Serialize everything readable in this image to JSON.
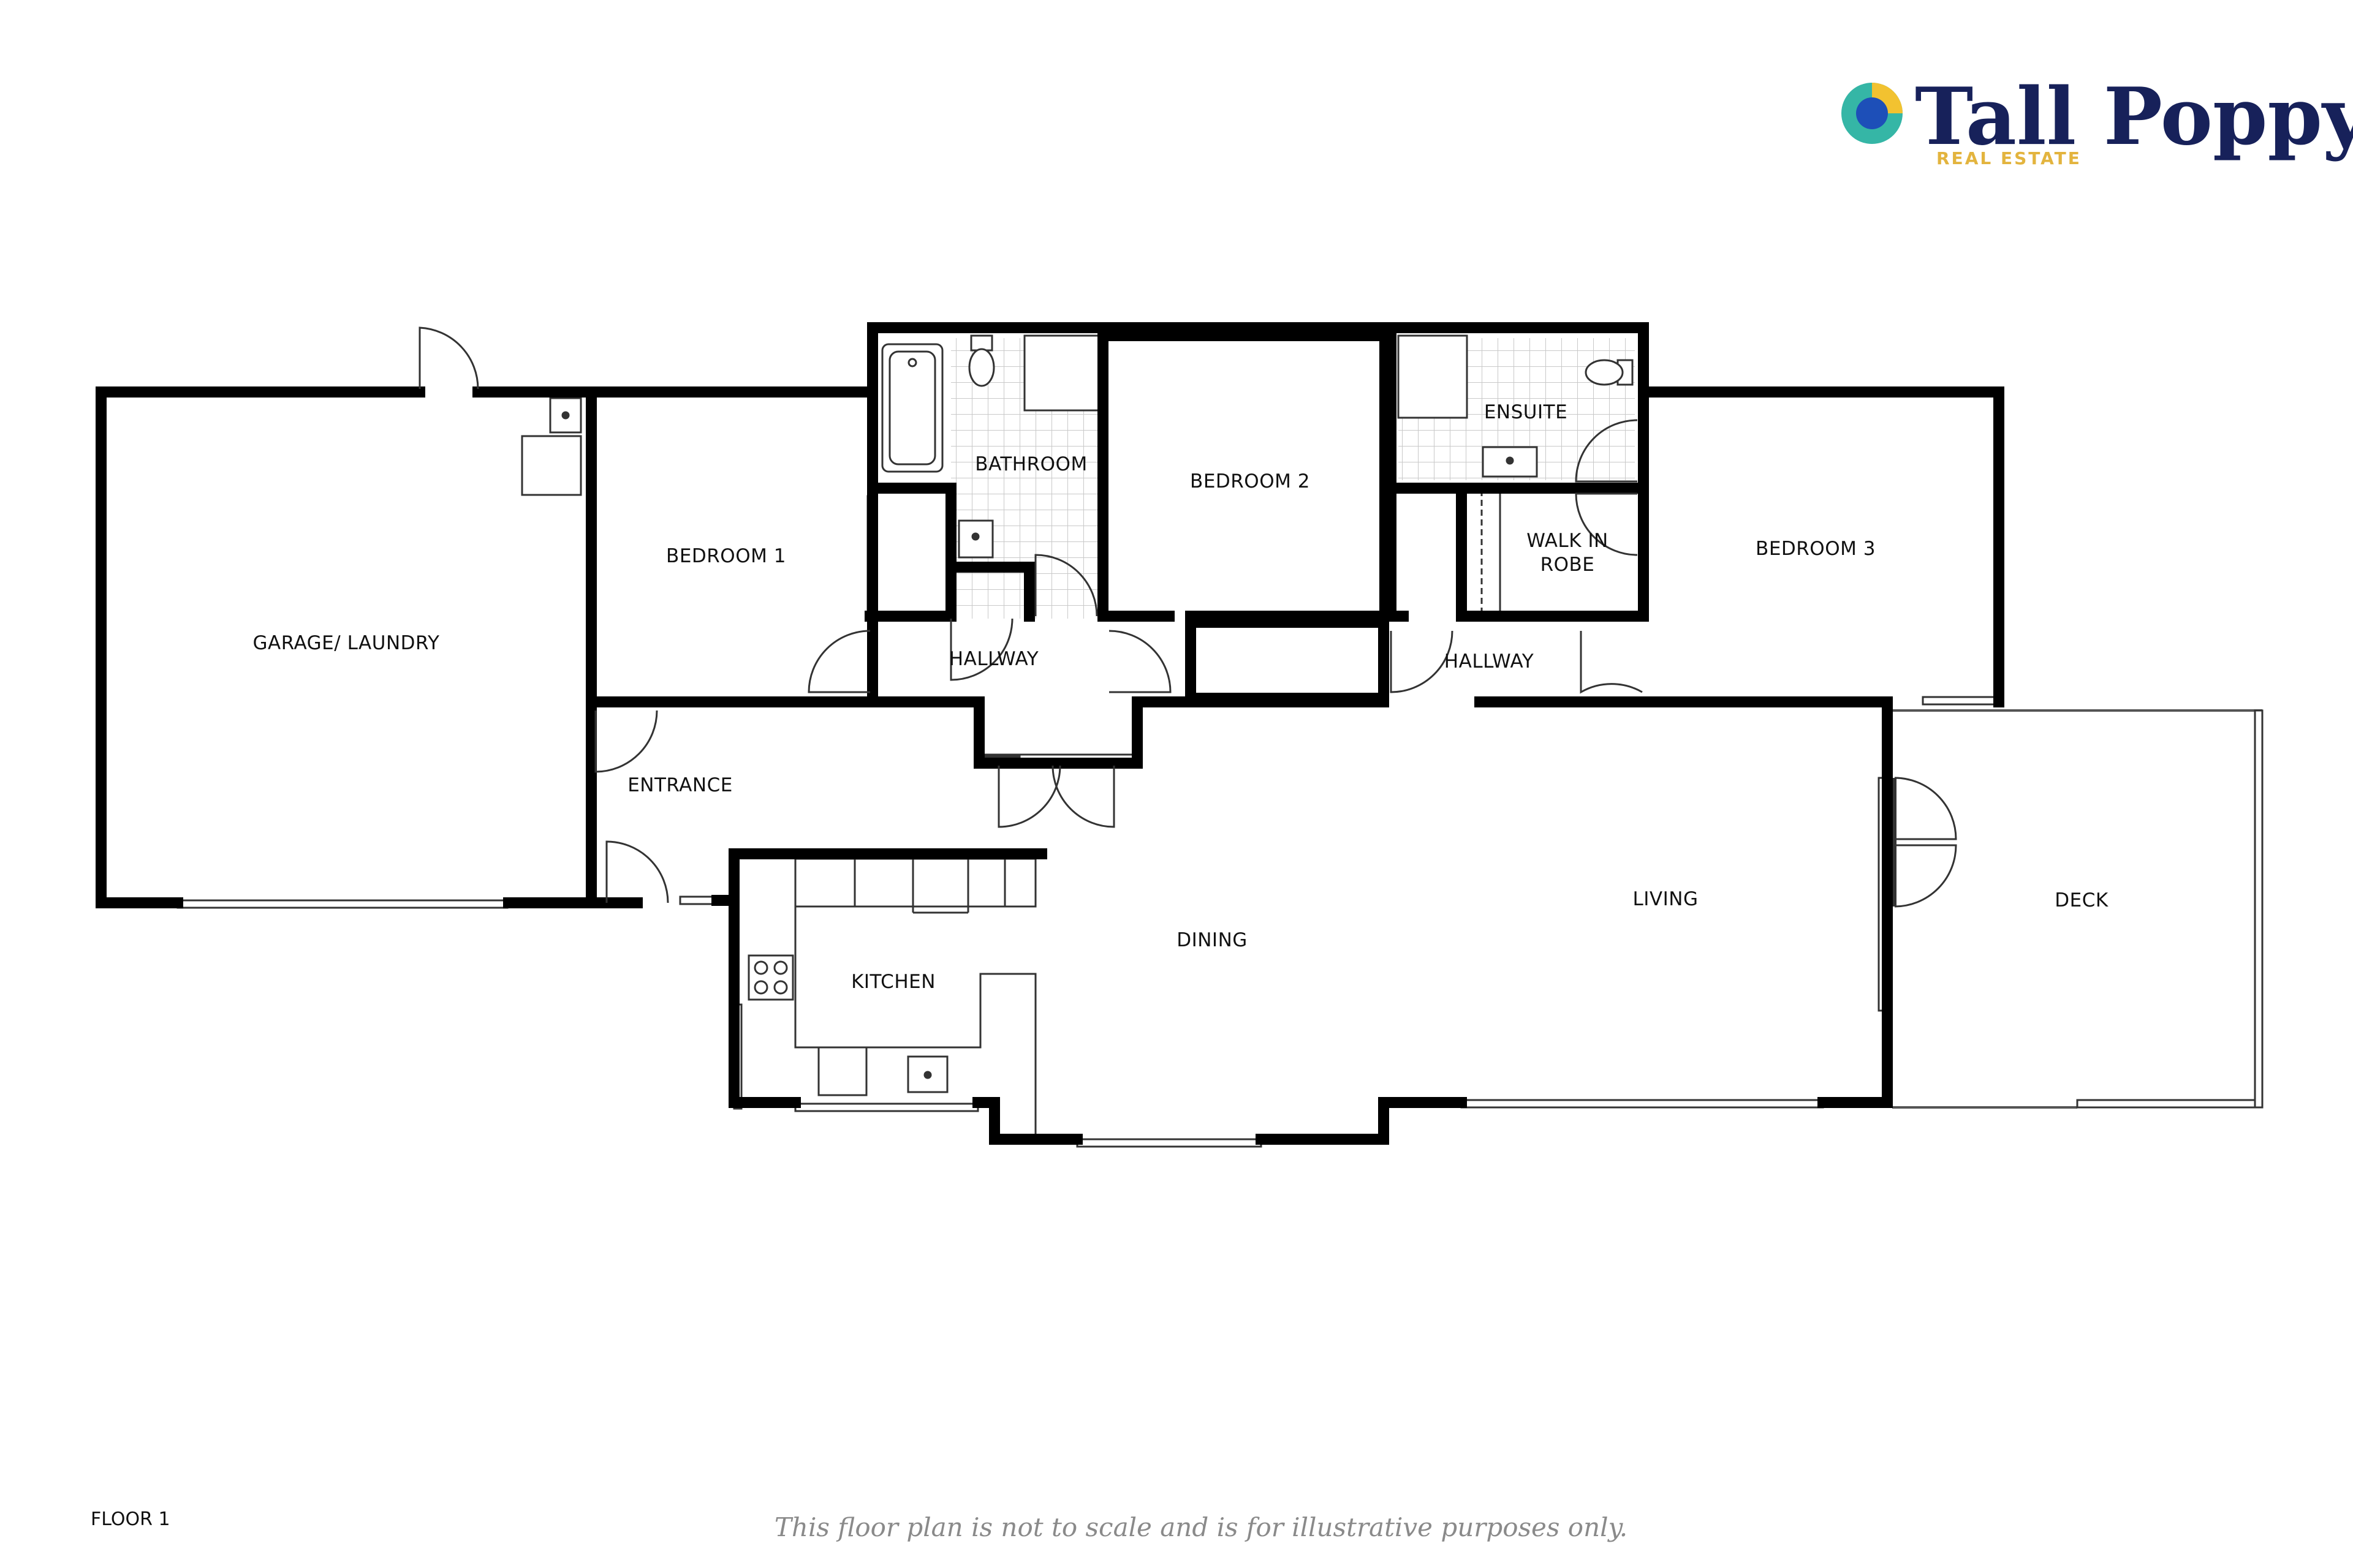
{
  "brand": {
    "name": "Tall Poppy",
    "tagline": "REAL ESTATE",
    "colors": {
      "navy": "#17215a",
      "gold": "#e3b43e",
      "teal": "#35b6a6",
      "blue": "#1d4fb8",
      "yellow": "#f2c230"
    }
  },
  "rooms": {
    "garage": "GARAGE/ LAUNDRY",
    "bedroom1": "BEDROOM 1",
    "bathroom": "BATHROOM",
    "bedroom2": "BEDROOM 2",
    "ensuite": "ENSUITE",
    "walk_in_robe_line1": "WALK IN",
    "walk_in_robe_line2": "ROBE",
    "bedroom3": "BEDROOM 3",
    "hallway1": "HALLWAY",
    "hallway2": "HALLWAY",
    "entrance": "ENTRANCE",
    "kitchen": "KITCHEN",
    "dining": "DINING",
    "living": "LIVING",
    "deck": "DECK"
  },
  "floor_label": "FLOOR 1",
  "disclaimer": "This floor plan is not to scale and is for illustrative purposes only."
}
